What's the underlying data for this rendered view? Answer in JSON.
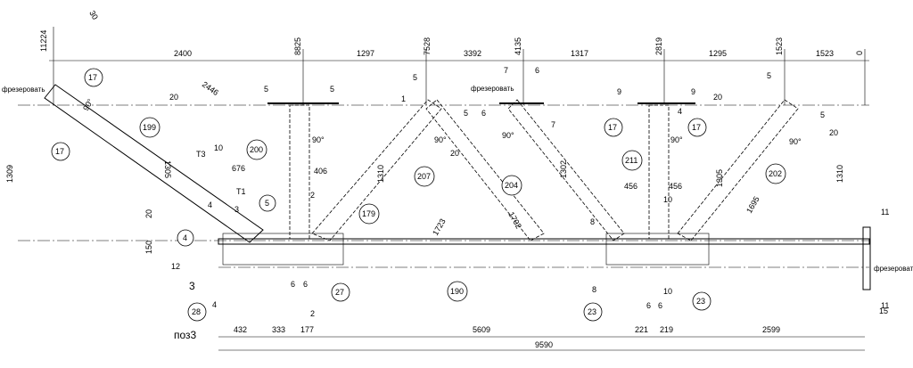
{
  "top_dims": {
    "left": [
      "11224",
      "30",
      "2400",
      "8825",
      "1297",
      "7528",
      "3392",
      "4135",
      "1317",
      "2819",
      "1295",
      "1523",
      "1523",
      "0"
    ]
  },
  "bottom_dims": [
    "432",
    "333",
    "177",
    "5609",
    "221",
    "219",
    "2599"
  ],
  "overall_length": "9590",
  "vertical_dims": [
    "1309",
    "150",
    "20",
    "1310"
  ],
  "member_dims": [
    "2446",
    "1305",
    "1723",
    "1702",
    "1302",
    "1305",
    "1695",
    "1310",
    "676",
    "406",
    "456",
    "456"
  ],
  "weld_sizes": [
    "5",
    "5",
    "5",
    "5",
    "7",
    "6",
    "6",
    "5",
    "9",
    "9",
    "7",
    "4",
    "5",
    "1",
    "20",
    "20",
    "20",
    "20",
    "3",
    "4",
    "4",
    "2",
    "2",
    "8",
    "8",
    "10",
    "10",
    "6",
    "6",
    "6",
    "6",
    "11",
    "11",
    "15",
    "12",
    "10"
  ],
  "angles": [
    "90°",
    "90°",
    "90°",
    "90°",
    "90°",
    "90°"
  ],
  "labels": {
    "mill_left": "фрезеровать",
    "mill_mid": "фрезеровать",
    "mill_right": "фрезеровать",
    "t1": "T1",
    "t3": "T3",
    "pos3": "3",
    "pos3b": "поз3"
  },
  "callouts": [
    "17",
    "199",
    "17",
    "200",
    "5",
    "179",
    "4",
    "27",
    "28",
    "190",
    "207",
    "204",
    "23",
    "211",
    "17",
    "17",
    "23",
    "202"
  ]
}
